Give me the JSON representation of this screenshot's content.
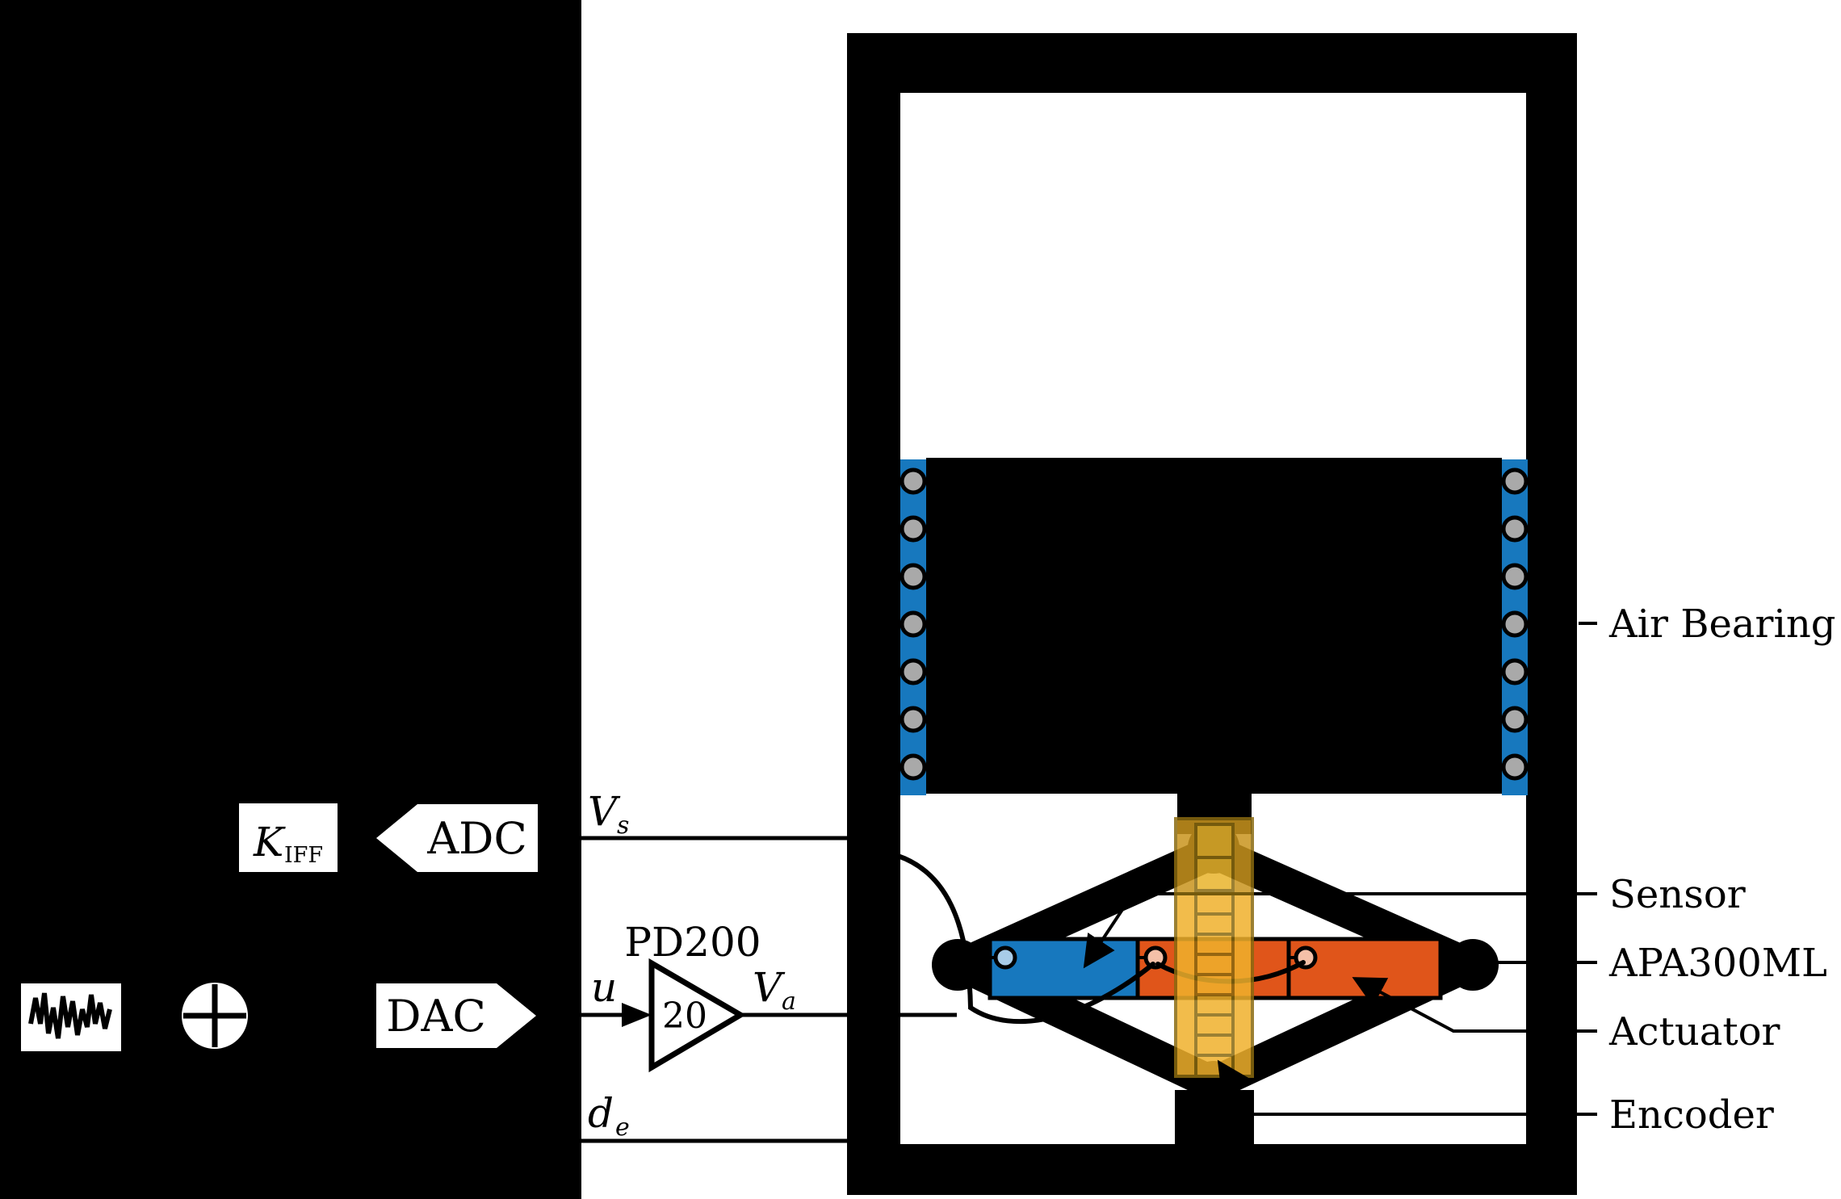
{
  "controller": {
    "gain_label": "K",
    "gain_sub": "IFF",
    "adc": "ADC",
    "dac": "DAC",
    "amp_model": "PD200",
    "amp_gain": "20"
  },
  "signals": {
    "sensor_v": "V",
    "sensor_v_sub": "s",
    "control": "u",
    "amp_out": "V",
    "amp_out_sub": "a",
    "encoder_disp": "d",
    "encoder_disp_sub": "e"
  },
  "annotations": {
    "air_bearing": "Air Bearing",
    "sensor": "Sensor",
    "apa": "APA300ML",
    "actuator": "Actuator",
    "encoder": "Encoder"
  },
  "colors": {
    "panel_background": "#000000",
    "air_bearing_blue": "#1778BE",
    "actuator_orange": "#E0551A",
    "encoder_gold": "#F0B12C",
    "encoder_gold_dark": "#C9951E",
    "encoder_gold_border": "#8A6A10",
    "roller_gray": "#A9A9A9",
    "sensor_terminal_blue": "#A8CCE8",
    "actuator_terminal_pink": "#F4C0A8"
  }
}
